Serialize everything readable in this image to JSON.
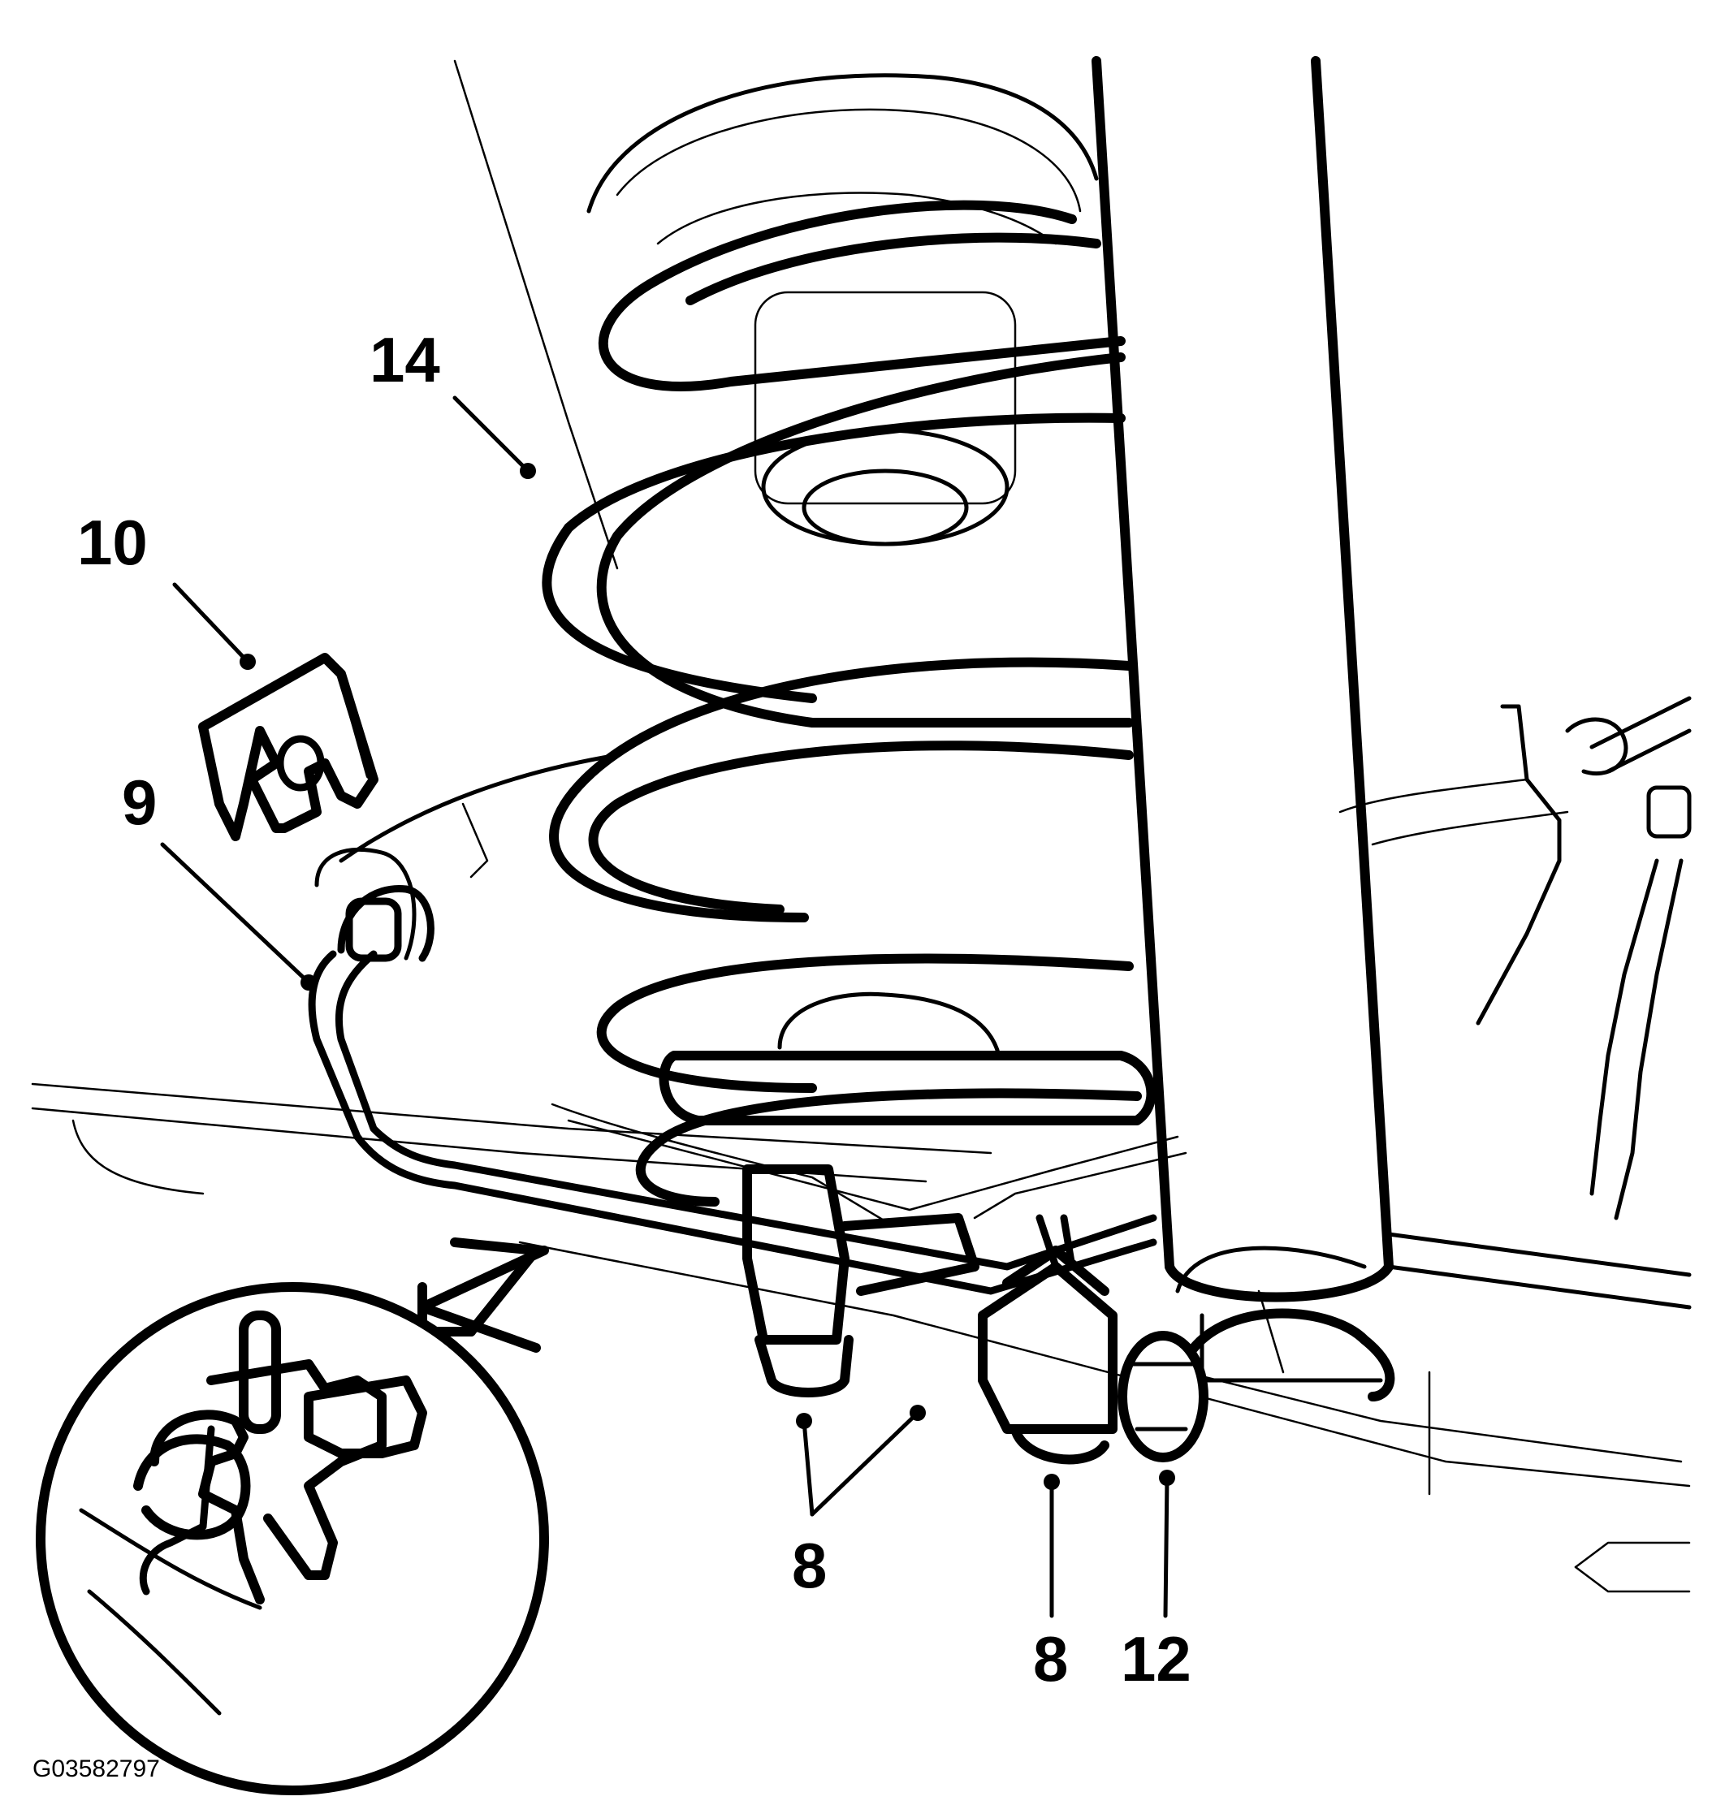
{
  "figure_id": "G03582797",
  "callouts": {
    "spring": "14",
    "clip": "10",
    "brake_line": "9",
    "nut_pair": "8",
    "nut_single": "8",
    "bolt": "12"
  }
}
